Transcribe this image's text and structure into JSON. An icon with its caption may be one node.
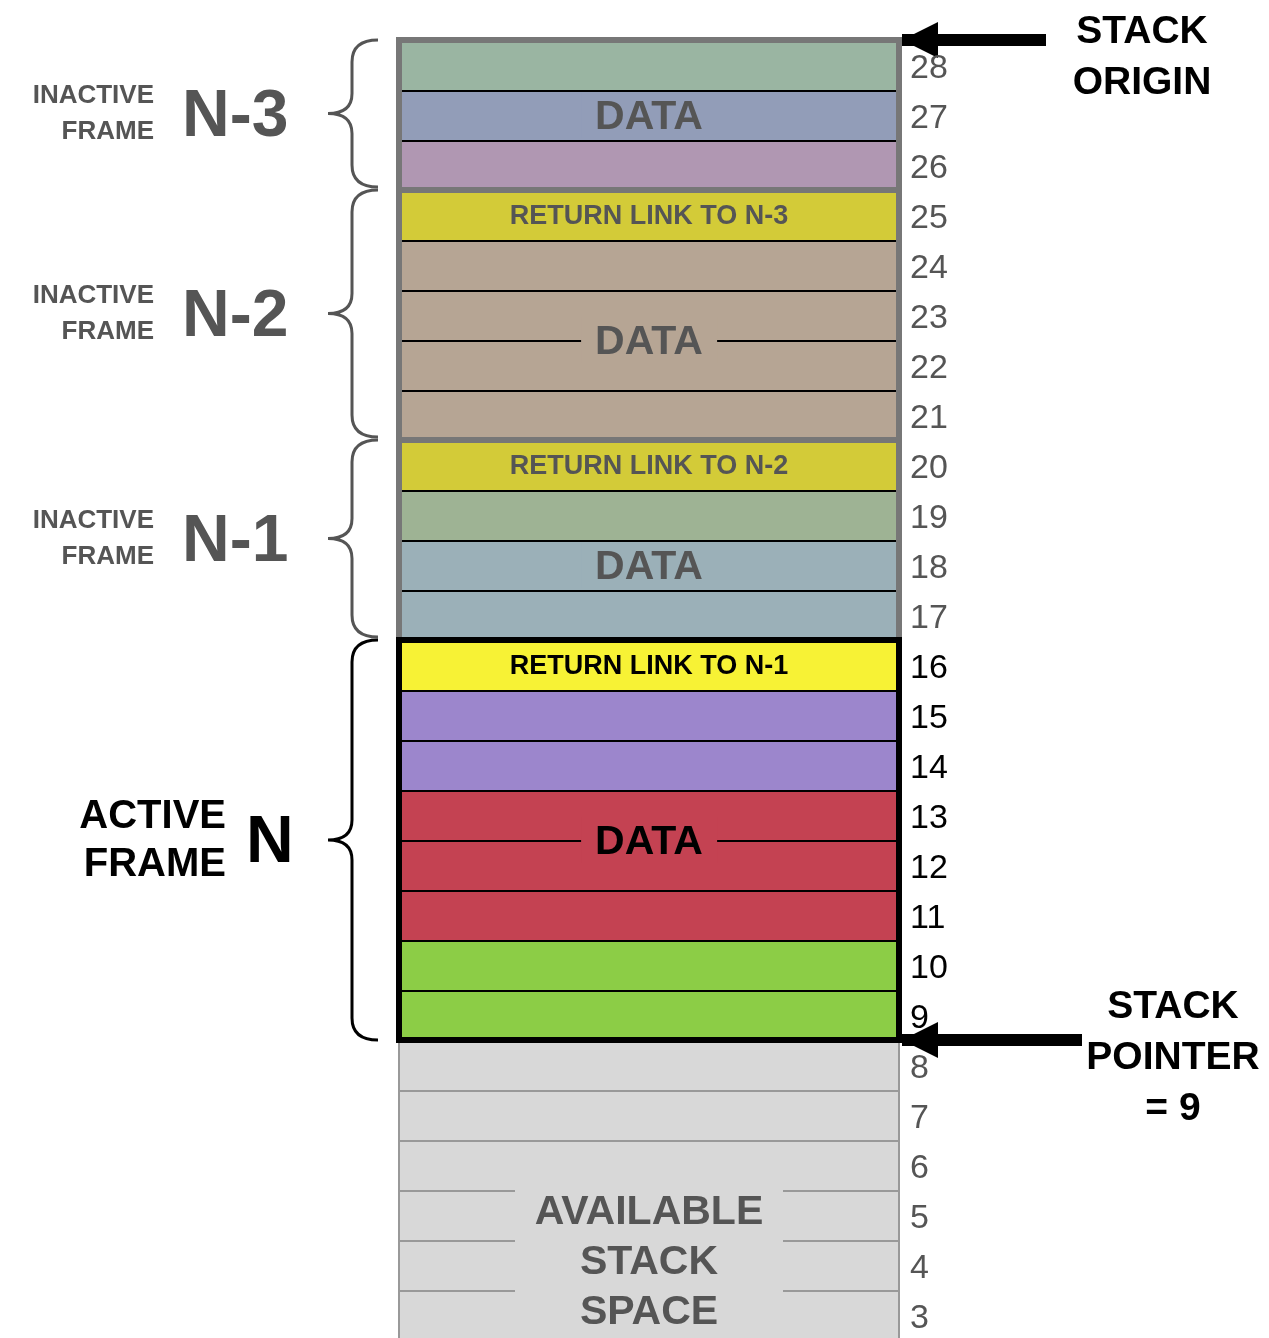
{
  "diagram": {
    "nodes": [
      {
        "text": [],
        "shape": "box",
        "beside": [
          "INACTIVE FRAME",
          "N-3"
        ]
      },
      {
        "text": [
          "DATA"
        ],
        "in": 0
      },
      {
        "text": [],
        "shape": "box",
        "beside": [
          "INACTIVE FRAME",
          "N-2"
        ]
      },
      {
        "text": [
          "RETURN LINK TO N-3"
        ],
        "in": 2
      },
      {
        "text": [
          "DATA"
        ],
        "in": 2
      },
      {
        "text": [],
        "shape": "box",
        "beside": [
          "INACTIVE FRAME",
          "N-1"
        ]
      },
      {
        "text": [
          "RETURN LINK TO N-2"
        ],
        "in": 5
      },
      {
        "text": [
          "DATA"
        ],
        "in": 5
      },
      {
        "text": [],
        "shape": "box",
        "beside": [
          "ACTIVE FRAME",
          "N"
        ]
      },
      {
        "text": [
          "RETURN LINK TO N-1"
        ],
        "in": 8
      },
      {
        "text": [
          "DATA"
        ],
        "in": 8
      },
      {
        "text": [
          "AVAILABLE STACK SPACE"
        ]
      },
      {
        "text": [
          "STACK ORIGIN"
        ]
      },
      {
        "text": [
          "STACK POINTER = 9"
        ]
      }
    ],
    "edges": [
      {
        "from": 12,
        "to": 0,
        "arrow": "to"
      },
      {
        "from": 13,
        "to": 8,
        "arrow": "to"
      }
    ],
    "labels": [
      "28",
      "27",
      "26",
      "25",
      "24",
      "23",
      "22",
      "21",
      "20",
      "19",
      "18",
      "17",
      "16",
      "15",
      "14",
      "13",
      "12",
      "11",
      "10",
      "9",
      "8",
      "7",
      "6",
      "5",
      "4",
      "3"
    ]
  }
}
